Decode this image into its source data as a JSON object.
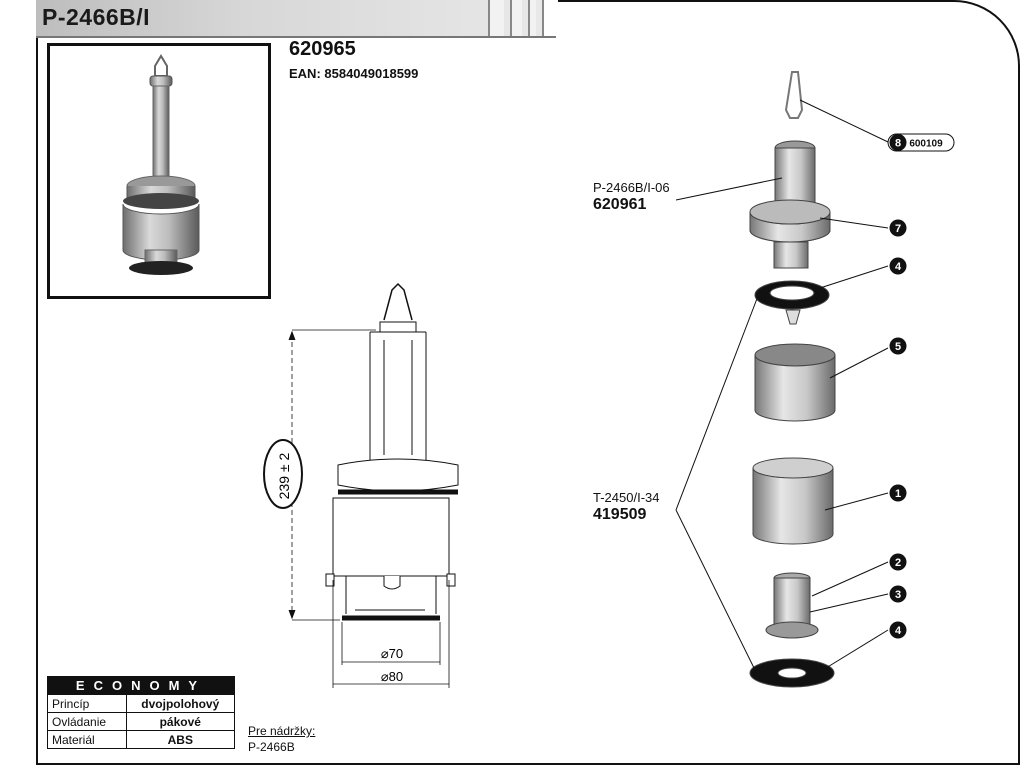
{
  "header": {
    "title": "P-2466B/I"
  },
  "product": {
    "code": "620965",
    "ean": "EAN: 8584049018599"
  },
  "drawing": {
    "height_dim": "239 ± 2",
    "dia_inner": "⌀70",
    "dia_outer": "⌀80"
  },
  "parts": {
    "top_sub": "P-2466B/I-06",
    "top_num": "620961",
    "mid_sub": "T-2450/I-34",
    "mid_num": "419509",
    "callouts": [
      "8",
      "7",
      "4",
      "5",
      "1",
      "2",
      "3",
      "4"
    ],
    "callout8_code": "600109"
  },
  "spec": {
    "heading": "ECONOMY",
    "rows": [
      {
        "label": "Princíp",
        "value": "dvojpolohový"
      },
      {
        "label": "Ovládanie",
        "value": "pákové"
      },
      {
        "label": "Materiál",
        "value": "ABS"
      }
    ]
  },
  "tank": {
    "label": "Pre nádržky:",
    "value": "P-2466B"
  }
}
